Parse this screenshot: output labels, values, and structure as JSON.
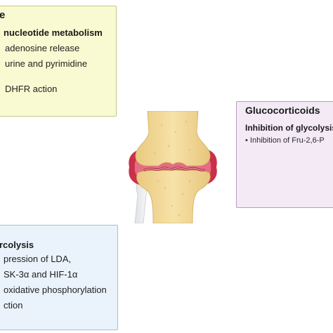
{
  "mtx_box": {
    "title_fragment": "e",
    "heading": "nucleotide metabolism",
    "lines": [
      "adenosine release",
      "urine and pyrimidine",
      "DHFR action"
    ]
  },
  "gc_box": {
    "title": "Glucocorticoids",
    "heading": "Inhibition of glycolysis",
    "bullet": "• Inhibition of Fru-2,6-P"
  },
  "bottom_box": {
    "heading": "rcolysis",
    "lines": [
      "pression of LDA,",
      "SK-3α and HIF-1α",
      "oxidative phosphorylation",
      "ction"
    ]
  },
  "colors": {
    "mtx_fill": "#fafad2",
    "gc_fill": "#f3eaf6",
    "bottom_fill": "#eaf3fb",
    "bone": "#f0d79a",
    "inflammation": "#c9304a"
  }
}
